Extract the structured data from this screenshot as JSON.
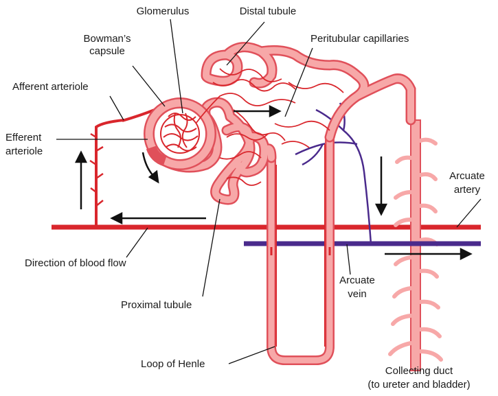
{
  "labels": {
    "glomerulus": "Glomerulus",
    "distal_tubule": "Distal tubule",
    "bowmans_line1": "Bowman’s",
    "bowmans_line2": "capsule",
    "peritubular": "Peritubular capillaries",
    "afferent": "Afferent arteriole",
    "efferent_line1": "Efferent",
    "efferent_line2": "arteriole",
    "arcuate_artery_line1": "Arcuate",
    "arcuate_artery_line2": "artery",
    "direction": "Direction of blood flow",
    "arcuate_vein_line1": "Arcuate",
    "arcuate_vein_line2": "vein",
    "proximal": "Proximal tubule",
    "loop": "Loop of Henle",
    "collecting_line1": "Collecting duct",
    "collecting_line2": "(to ureter and bladder)"
  },
  "colors": {
    "artery": "#d9262c",
    "vein": "#4a2a8c",
    "tubule_fill": "#f7a8a8",
    "tubule_edge": "#e0505a",
    "capillary": "#d9262c",
    "arrow": "#111111",
    "leader": "#111111"
  }
}
